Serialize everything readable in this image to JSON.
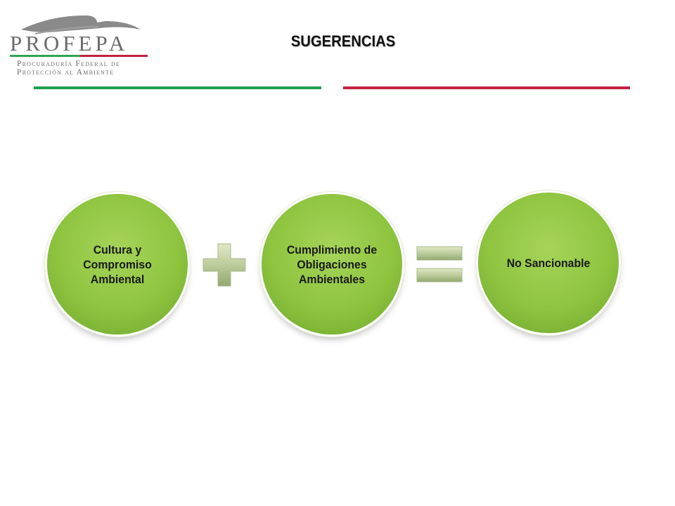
{
  "logo": {
    "name": "PROFEPA",
    "subtitle_line1": "Procuraduría Federal de",
    "subtitle_line2": "Protección al Ambiente"
  },
  "page": {
    "title": "SUGERENCIAS"
  },
  "diagram": {
    "circles": [
      "Cultura y Compromiso Ambiental",
      "Cumplimiento de Obligaciones Ambientales",
      "No Sancionable"
    ],
    "operators": [
      "plus",
      "equals"
    ]
  },
  "colors": {
    "green_rule": "#20a050",
    "red_rule": "#c4213f",
    "circle_fill": "#8ec43f"
  }
}
